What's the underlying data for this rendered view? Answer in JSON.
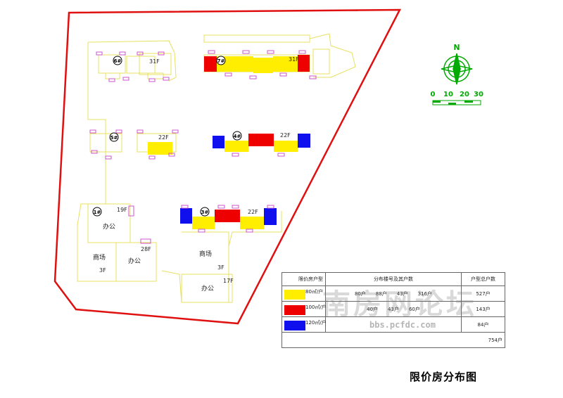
{
  "colors": {
    "boundary": "#e01010",
    "outline": "#e8e060",
    "small_80": "#ffee00",
    "mid_100": "#ee0000",
    "large_120": "#1010ee",
    "balcony": "#cc55cc",
    "compass": "#00aa00"
  },
  "buildings": [
    {
      "num": "6#",
      "floors": "31F"
    },
    {
      "num": "7#",
      "floors": "31F"
    },
    {
      "num": "5#",
      "floors": "22F"
    },
    {
      "num": "4#",
      "floors": "22F"
    },
    {
      "num": "3#",
      "floors": "22F"
    },
    {
      "num": "1#",
      "floors": "19F"
    }
  ],
  "zones": {
    "office_1": "办公",
    "office_2": "办公",
    "office_2_floors": "28F",
    "shop_1": "商场",
    "shop_1_floors": "3F",
    "shop_2": "商场",
    "shop_2_floors": "3F",
    "office_3": "办公",
    "office_3_floors": "17F"
  },
  "compass": {
    "north": "N",
    "scale": [
      "0",
      "10",
      "20",
      "30"
    ]
  },
  "legend": {
    "headers": [
      "限价房户型",
      "分布楼号及其户数",
      "户型总户数"
    ],
    "rows": [
      {
        "type": "80㎡/户",
        "swatch": "#ffee00",
        "dist": "80户　　88户　　43户　　316户",
        "total": "527户"
      },
      {
        "type": "100㎡/户",
        "swatch": "#ee0000",
        "dist": "40户　　43户　　60户",
        "total": "143户"
      },
      {
        "type": "120㎡/户",
        "swatch": "#1010ee",
        "dist": "",
        "total": "84户"
      }
    ],
    "sum": "754户"
  },
  "title": "限价房分布图",
  "watermark": "南房网论坛",
  "watermark_url": "bbs.pcfdc.com"
}
